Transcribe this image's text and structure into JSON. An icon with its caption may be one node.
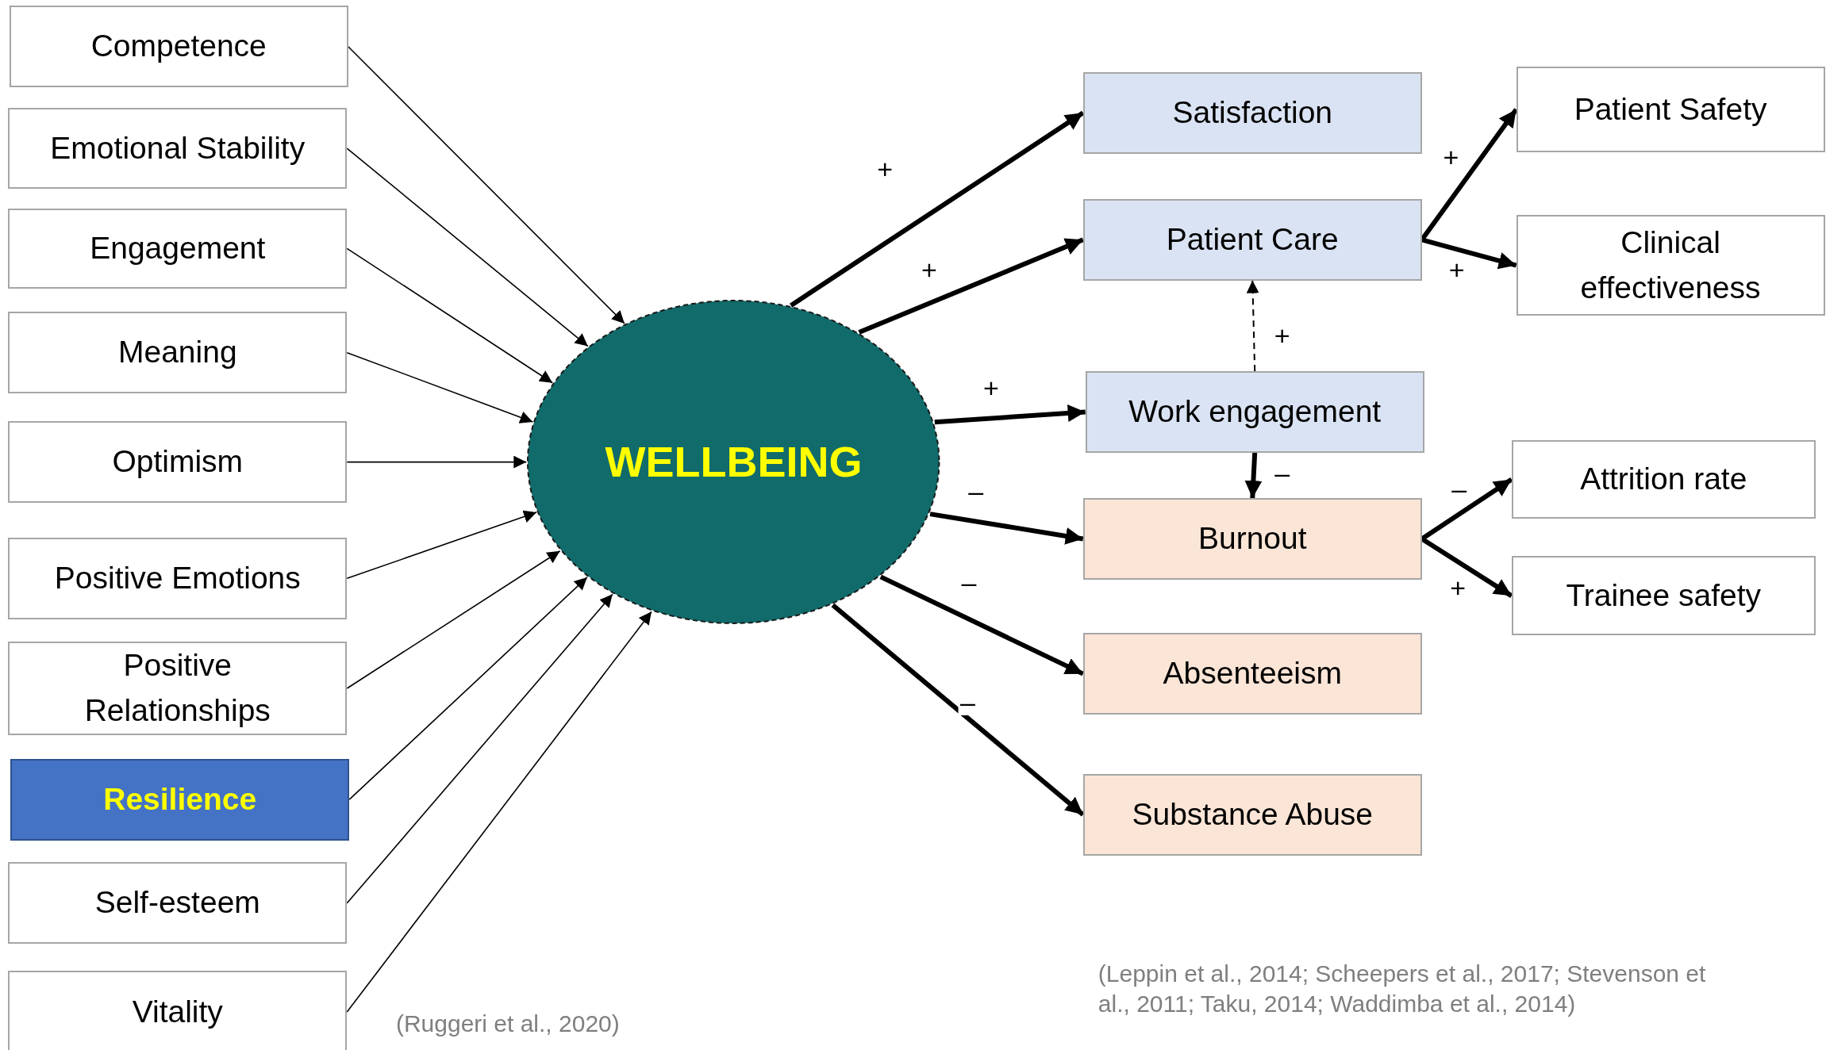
{
  "diagram": {
    "nodes": [
      {
        "text": [
          "Competence"
        ]
      },
      {
        "text": [
          "Emotional Stability"
        ]
      },
      {
        "text": [
          "Engagement"
        ]
      },
      {
        "text": [
          "Meaning"
        ]
      },
      {
        "text": [
          "Optimism"
        ]
      },
      {
        "text": [
          "Positive Emotions"
        ]
      },
      {
        "text": [
          "Positive Relationships"
        ]
      },
      {
        "text": [
          "Resilience"
        ]
      },
      {
        "text": [
          "Self-esteem"
        ]
      },
      {
        "text": [
          "Vitality"
        ]
      },
      {
        "text": [
          "WELLBEING"
        ]
      },
      {
        "text": [
          "Satisfaction"
        ]
      },
      {
        "text": [
          "Patient Care"
        ]
      },
      {
        "text": [
          "Work engagement"
        ]
      },
      {
        "text": [
          "Burnout"
        ]
      },
      {
        "text": [
          "Absenteeism"
        ]
      },
      {
        "text": [
          "Substance Abuse"
        ]
      },
      {
        "text": [
          "Patient Safety"
        ]
      },
      {
        "text": [
          "Clinical effectiveness"
        ]
      },
      {
        "text": [
          "Attrition rate"
        ]
      },
      {
        "text": [
          "Trainee safety"
        ]
      }
    ],
    "edges": [
      {
        "from": 0,
        "to": 10,
        "arrow": "to"
      },
      {
        "from": 1,
        "to": 10,
        "arrow": "to"
      },
      {
        "from": 2,
        "to": 10,
        "arrow": "to"
      },
      {
        "from": 3,
        "to": 10,
        "arrow": "to"
      },
      {
        "from": 4,
        "to": 10,
        "arrow": "to"
      },
      {
        "from": 5,
        "to": 10,
        "arrow": "to"
      },
      {
        "from": 6,
        "to": 10,
        "arrow": "to"
      },
      {
        "from": 7,
        "to": 10,
        "arrow": "to"
      },
      {
        "from": 8,
        "to": 10,
        "arrow": "to"
      },
      {
        "from": 9,
        "to": 10,
        "arrow": "to"
      },
      {
        "from": 10,
        "to": 11,
        "arrow": "to",
        "label": "+",
        "style": "thick"
      },
      {
        "from": 10,
        "to": 12,
        "arrow": "to",
        "label": "+",
        "style": "thick"
      },
      {
        "from": 10,
        "to": 13,
        "arrow": "to",
        "label": "+",
        "style": "thick"
      },
      {
        "from": 10,
        "to": 14,
        "arrow": "to",
        "label": "–",
        "style": "thick"
      },
      {
        "from": 10,
        "to": 15,
        "arrow": "to",
        "label": "–",
        "style": "thick"
      },
      {
        "from": 10,
        "to": 16,
        "arrow": "to",
        "label": "–",
        "style": "thick"
      },
      {
        "from": 13,
        "to": 12,
        "arrow": "to",
        "label": "+",
        "style": "dashed"
      },
      {
        "from": 13,
        "to": 14,
        "arrow": "to",
        "label": "–",
        "style": "thick"
      },
      {
        "from": 12,
        "to": 17,
        "arrow": "to",
        "label": "+",
        "style": "thick"
      },
      {
        "from": 12,
        "to": 18,
        "arrow": "to",
        "label": "+",
        "style": "thick"
      },
      {
        "from": 14,
        "to": 19,
        "arrow": "to",
        "label": "–",
        "style": "thick"
      },
      {
        "from": 14,
        "to": 20,
        "arrow": "to",
        "label": "+",
        "style": "thick"
      }
    ],
    "labels": [
      "(Ruggeri et al., 2020)",
      "(Leppin et al., 2014; Scheepers et al., 2017; Stevenson et al., 2011; Taku, 2014; Waddimba et al., 2014)"
    ]
  }
}
